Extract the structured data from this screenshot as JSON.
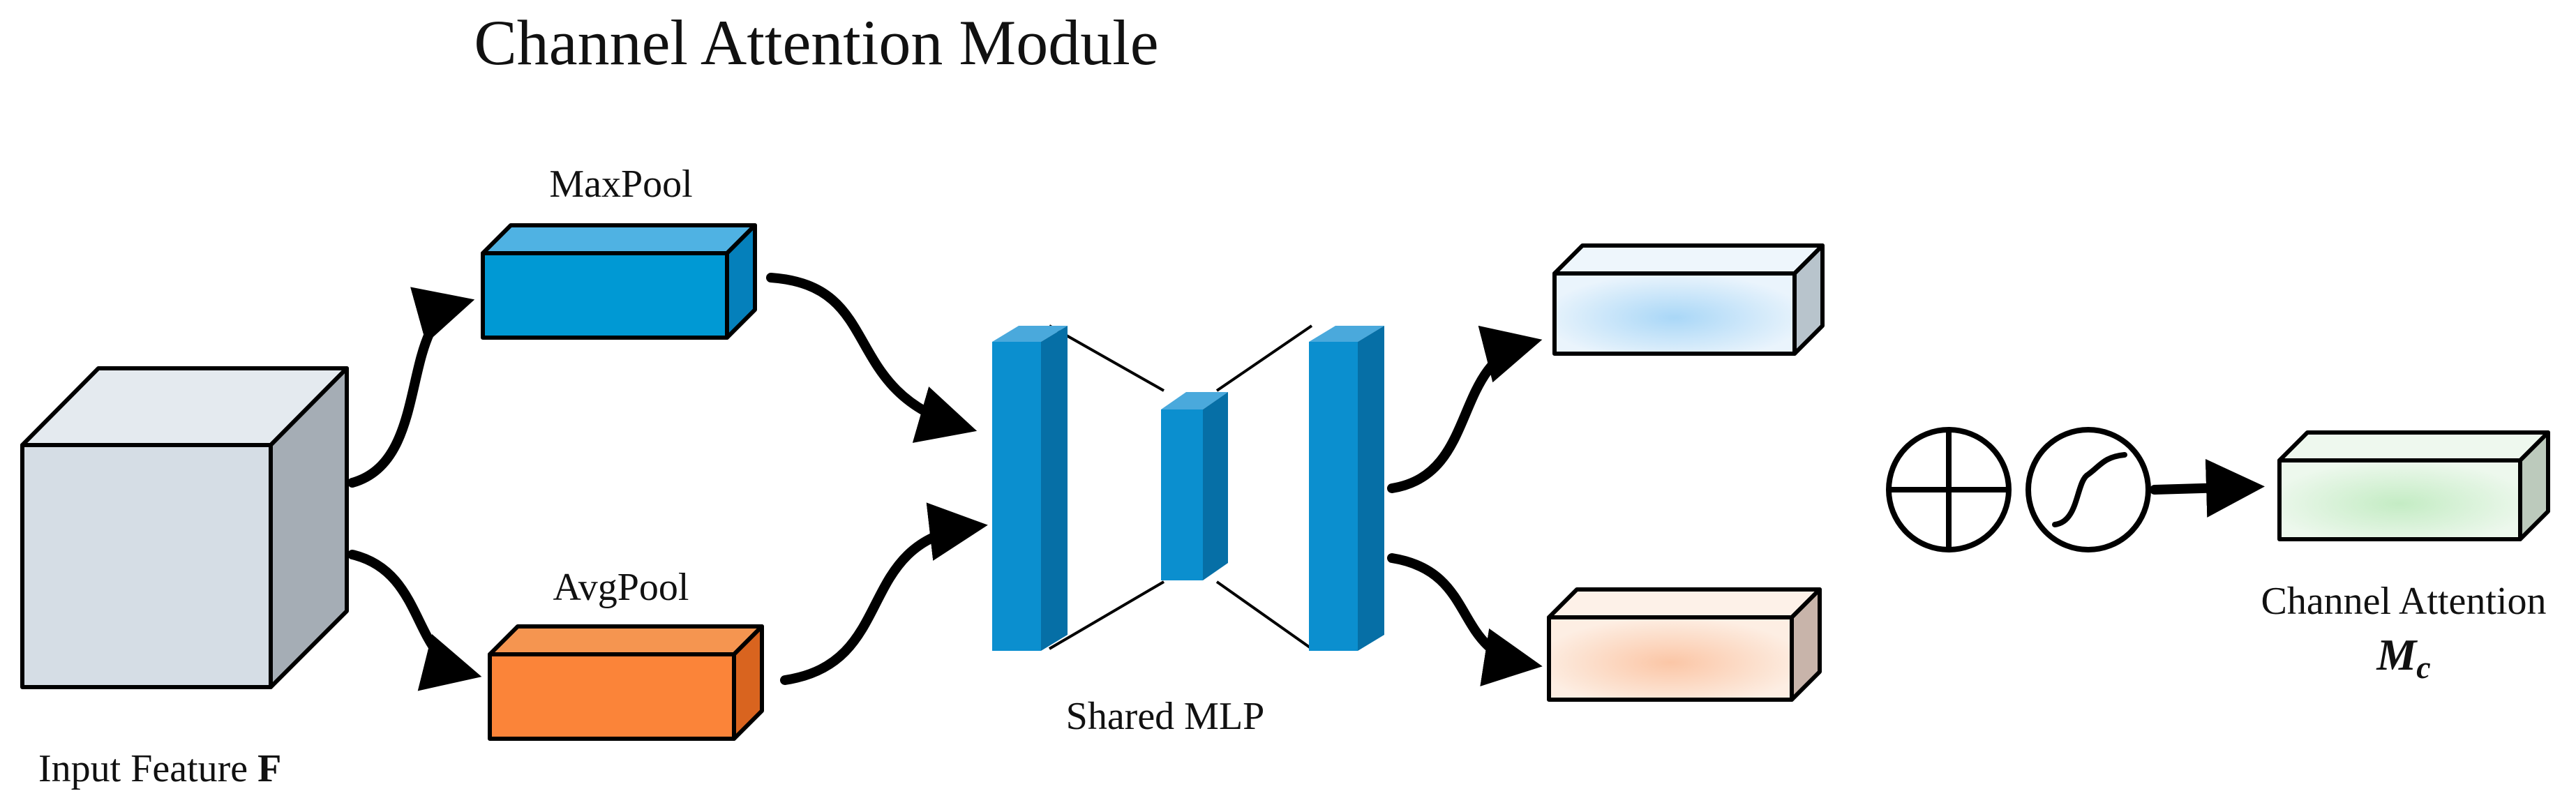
{
  "diagram": {
    "title": "Channel Attention Module",
    "labels": {
      "maxpool": "MaxPool",
      "avgpool": "AvgPool",
      "shared_mlp": "Shared MLP",
      "input_feature_prefix": "Input Feature ",
      "input_feature_symbol": "F",
      "channel_attention": "Channel Attention",
      "mc_base": "M",
      "mc_sub": "c"
    },
    "colors": {
      "input_cube_front": "#d5dde5",
      "input_cube_top": "#e4eaef",
      "input_cube_side": "#a5adb5",
      "maxpool_fill": "#0099d4",
      "avgpool_fill": "#fb8439",
      "mlp_fill": "#0b8fcf",
      "output_blue": "#cfe6f8",
      "output_orange": "#fbd9c4",
      "output_green": "#d6f0d6"
    },
    "icons": [
      "elementwise-sum-icon",
      "sigmoid-icon"
    ]
  }
}
